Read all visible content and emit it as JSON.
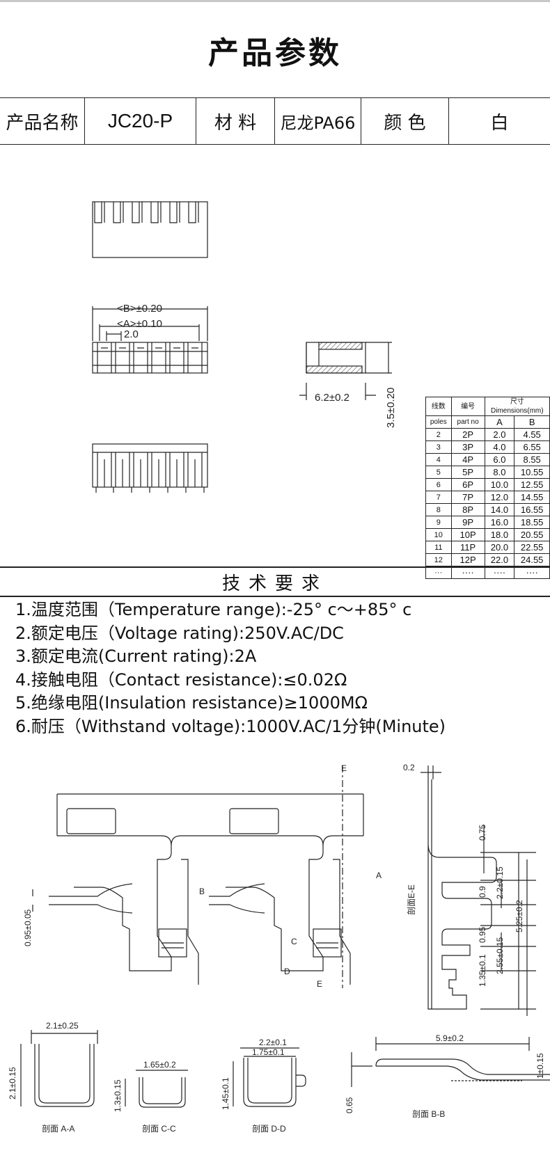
{
  "title": "产品参数",
  "spec": {
    "name_label": "产品名称",
    "name_value": "JC20-P",
    "material_label": "材 料",
    "material_value": "尼龙PA66",
    "color_label": "颜 色",
    "color_value": "白"
  },
  "drawing_labels": {
    "b_tol": "<B>±0.20",
    "a_tol": "<A>±0.10",
    "pitch": "2.0",
    "width": "6.2±0.2",
    "height": "3.5±0.20"
  },
  "dim_table": {
    "headers": {
      "poles_cn": "线数",
      "poles_en": "poles",
      "part_cn": "编号",
      "part_en": "part no",
      "dim_cn": "尺寸",
      "dim_en": "Dimensions(mm)",
      "a": "A",
      "b": "B"
    },
    "rows": [
      {
        "poles": "2",
        "part": "2P",
        "a": "2.0",
        "b": "4.55"
      },
      {
        "poles": "3",
        "part": "3P",
        "a": "4.0",
        "b": "6.55"
      },
      {
        "poles": "4",
        "part": "4P",
        "a": "6.0",
        "b": "8.55"
      },
      {
        "poles": "5",
        "part": "5P",
        "a": "8.0",
        "b": "10.55"
      },
      {
        "poles": "6",
        "part": "6P",
        "a": "10.0",
        "b": "12.55"
      },
      {
        "poles": "7",
        "part": "7P",
        "a": "12.0",
        "b": "14.55"
      },
      {
        "poles": "8",
        "part": "8P",
        "a": "14.0",
        "b": "16.55"
      },
      {
        "poles": "9",
        "part": "9P",
        "a": "16.0",
        "b": "18.55"
      },
      {
        "poles": "10",
        "part": "10P",
        "a": "18.0",
        "b": "20.55"
      },
      {
        "poles": "11",
        "part": "11P",
        "a": "20.0",
        "b": "22.55"
      },
      {
        "poles": "12",
        "part": "12P",
        "a": "22.0",
        "b": "24.55"
      },
      {
        "poles": "···",
        "part": "····",
        "a": "····",
        "b": "····"
      }
    ]
  },
  "requirements": {
    "title": "技术要求",
    "items": [
      "1.温度范围（Temperature range):-25° c～+85° c",
      "2.额定电压（Voltage rating):250V.AC/DC",
      "3.额定电流(Current rating):2A",
      "4.接触电阻（Contact resistance):≤0.02Ω",
      "5.绝缘电阻(Insulation resistance)≥1000MΩ",
      "6.耐压（Withstand voltage):1000V.AC/1分钟(Minute)"
    ]
  },
  "terminal_labels": {
    "e_top": "E",
    "e_bottom": "E",
    "a": "A",
    "b": "B",
    "c": "C",
    "d": "D",
    "t02": "0.2",
    "t075": "0.75",
    "t22": "2.2±0.15",
    "t09": "0.9",
    "t525": "5.25±0.2",
    "t095r": "0.95",
    "t255": "2.55±0.15",
    "t135": "1.35±0.1",
    "t095l": "0.95±0.05",
    "section_e": "剖面E-E"
  },
  "sections": {
    "aa_w": "2.1±0.25",
    "aa_h": "2.1±0.15",
    "aa_label": "剖面 A-A",
    "cc_w": "1.65±0.2",
    "cc_h": "1.3±0.15",
    "cc_label": "剖面 C-C",
    "dd_w1": "2.2±0.1",
    "dd_w2": "1.75±0.1",
    "dd_h": "1.45±0.1",
    "dd_label": "剖面 D-D",
    "bb_w": "5.9±0.2",
    "bb_h": "0.65",
    "bb_r": "1±0.15",
    "bb_label": "剖面 B-B"
  }
}
